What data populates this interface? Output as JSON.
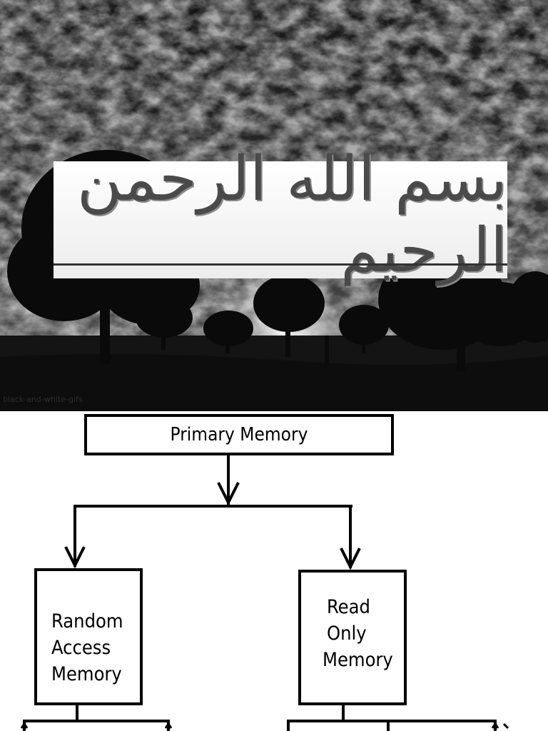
{
  "banner": {
    "calligraphy": "بسم الله الرحمن الرحيم",
    "watermark": "black-and-white-gifs"
  },
  "diagram": {
    "root": "Primary Memory",
    "left": {
      "lines": [
        "Random",
        "Access",
        "Memory"
      ]
    },
    "right": {
      "lines": [
        "Read",
        "Only",
        "Memory"
      ]
    }
  }
}
